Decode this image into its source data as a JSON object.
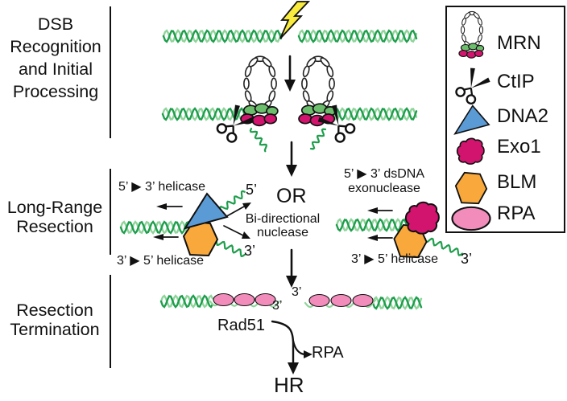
{
  "stage_labels": {
    "stage1": "DSB\nRecognition\nand Initial\nProcessing",
    "stage2": "Long-Range\nResection",
    "stage3": "Resection\nTermination"
  },
  "long_range": {
    "or_label": "OR",
    "left": {
      "helicase_top": "5’ ▶ 3’ helicase",
      "helicase_bottom": "3’ ▶ 5’ helicase",
      "nuclease": "Bi-directional\nnuclease",
      "end5": "5’",
      "end3": "3’"
    },
    "right": {
      "exonuclease": "5’ ▶ 3’ dsDNA\nexonuclease",
      "helicase_bottom": "3’ ▶ 5’ helicase",
      "end3": "3’"
    }
  },
  "termination": {
    "end3_left": "3’",
    "end3_right": "3’",
    "rad51": "Rad51",
    "rpa": "RPA",
    "hr": "HR"
  },
  "legend": {
    "items": [
      {
        "label": "MRN",
        "icon": "mrn-complex-icon"
      },
      {
        "label": "CtIP",
        "icon": "scissors-icon"
      },
      {
        "label": "DNA2",
        "icon": "blue-triangle-icon"
      },
      {
        "label": "Exo1",
        "icon": "magenta-blob-icon"
      },
      {
        "label": "BLM",
        "icon": "orange-hexagon-icon"
      },
      {
        "label": "RPA",
        "icon": "pink-oval-icon"
      }
    ]
  },
  "colors": {
    "dna_dark": "#1E9E4C",
    "dna_light": "#8FD49B",
    "dna2_blue": "#5B9BD5",
    "blm_orange": "#F9A83C",
    "exo1_magenta": "#D3146E",
    "rpa_pink": "#F18CBB",
    "mrn_green": "#6CBE6C",
    "lightning_yellow": "#F8EB3E",
    "ink": "#111111"
  }
}
